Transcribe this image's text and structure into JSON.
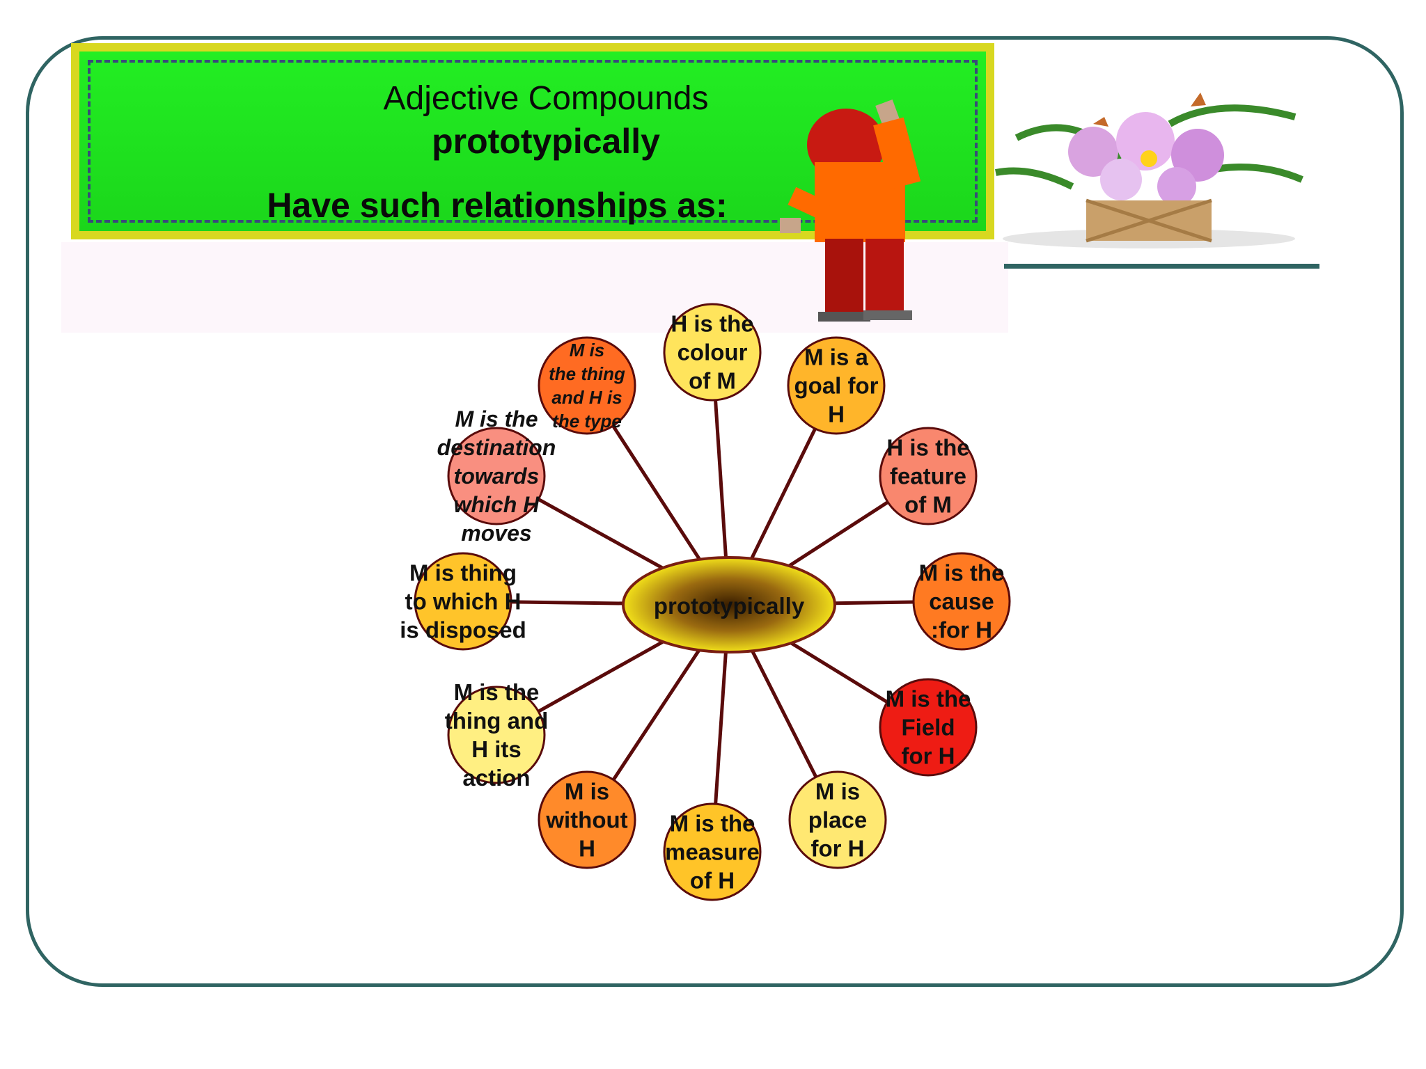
{
  "slide": {
    "title": "Adjective Compounds",
    "subtitle": "prototypically",
    "heading": "Have such relationships as:"
  },
  "diagram": {
    "center": "prototypically",
    "nodes": [
      {
        "id": "colour",
        "lines": [
          "H is the",
          "colour",
          "of M"
        ],
        "color": "#ffe45c",
        "italic": false
      },
      {
        "id": "goal",
        "lines": [
          "M is a",
          "goal for",
          "H"
        ],
        "color": "#ffb52a",
        "italic": false
      },
      {
        "id": "feature",
        "lines": [
          "H is the",
          "feature",
          "of M"
        ],
        "color": "#f9876e",
        "italic": false
      },
      {
        "id": "cause",
        "lines": [
          "M is the",
          "cause",
          ":for H"
        ],
        "color": "#ff7a22",
        "italic": false
      },
      {
        "id": "field",
        "lines": [
          "M is the",
          "Field",
          "for H"
        ],
        "color": "#ee1c14",
        "italic": false
      },
      {
        "id": "place",
        "lines": [
          "M is",
          "place",
          "for H"
        ],
        "color": "#ffe872",
        "italic": false
      },
      {
        "id": "measure",
        "lines": [
          "M is the",
          "measure",
          "of H"
        ],
        "color": "#ffc428",
        "italic": false
      },
      {
        "id": "without",
        "lines": [
          "M is",
          "without",
          "H"
        ],
        "color": "#ff8a2a",
        "italic": false
      },
      {
        "id": "action",
        "lines": [
          "M is the",
          "thing and",
          "H its",
          "action"
        ],
        "color": "#ffef82",
        "italic": false
      },
      {
        "id": "disposed",
        "lines": [
          "M is thing",
          "to which H",
          "is disposed"
        ],
        "color": "#ffc42a",
        "italic": false
      },
      {
        "id": "destination",
        "lines": [
          "M is the",
          "destination",
          "towards",
          "which H",
          "moves"
        ],
        "color": "#f98f80",
        "italic": true
      },
      {
        "id": "type",
        "lines": [
          "M is",
          "the thing",
          "and H is",
          "the type"
        ],
        "color": "#ff6b22",
        "italic": true
      }
    ]
  },
  "images": {
    "character-icon": "person-waving-icon",
    "flowers-icon": "flower-basket-icon"
  }
}
